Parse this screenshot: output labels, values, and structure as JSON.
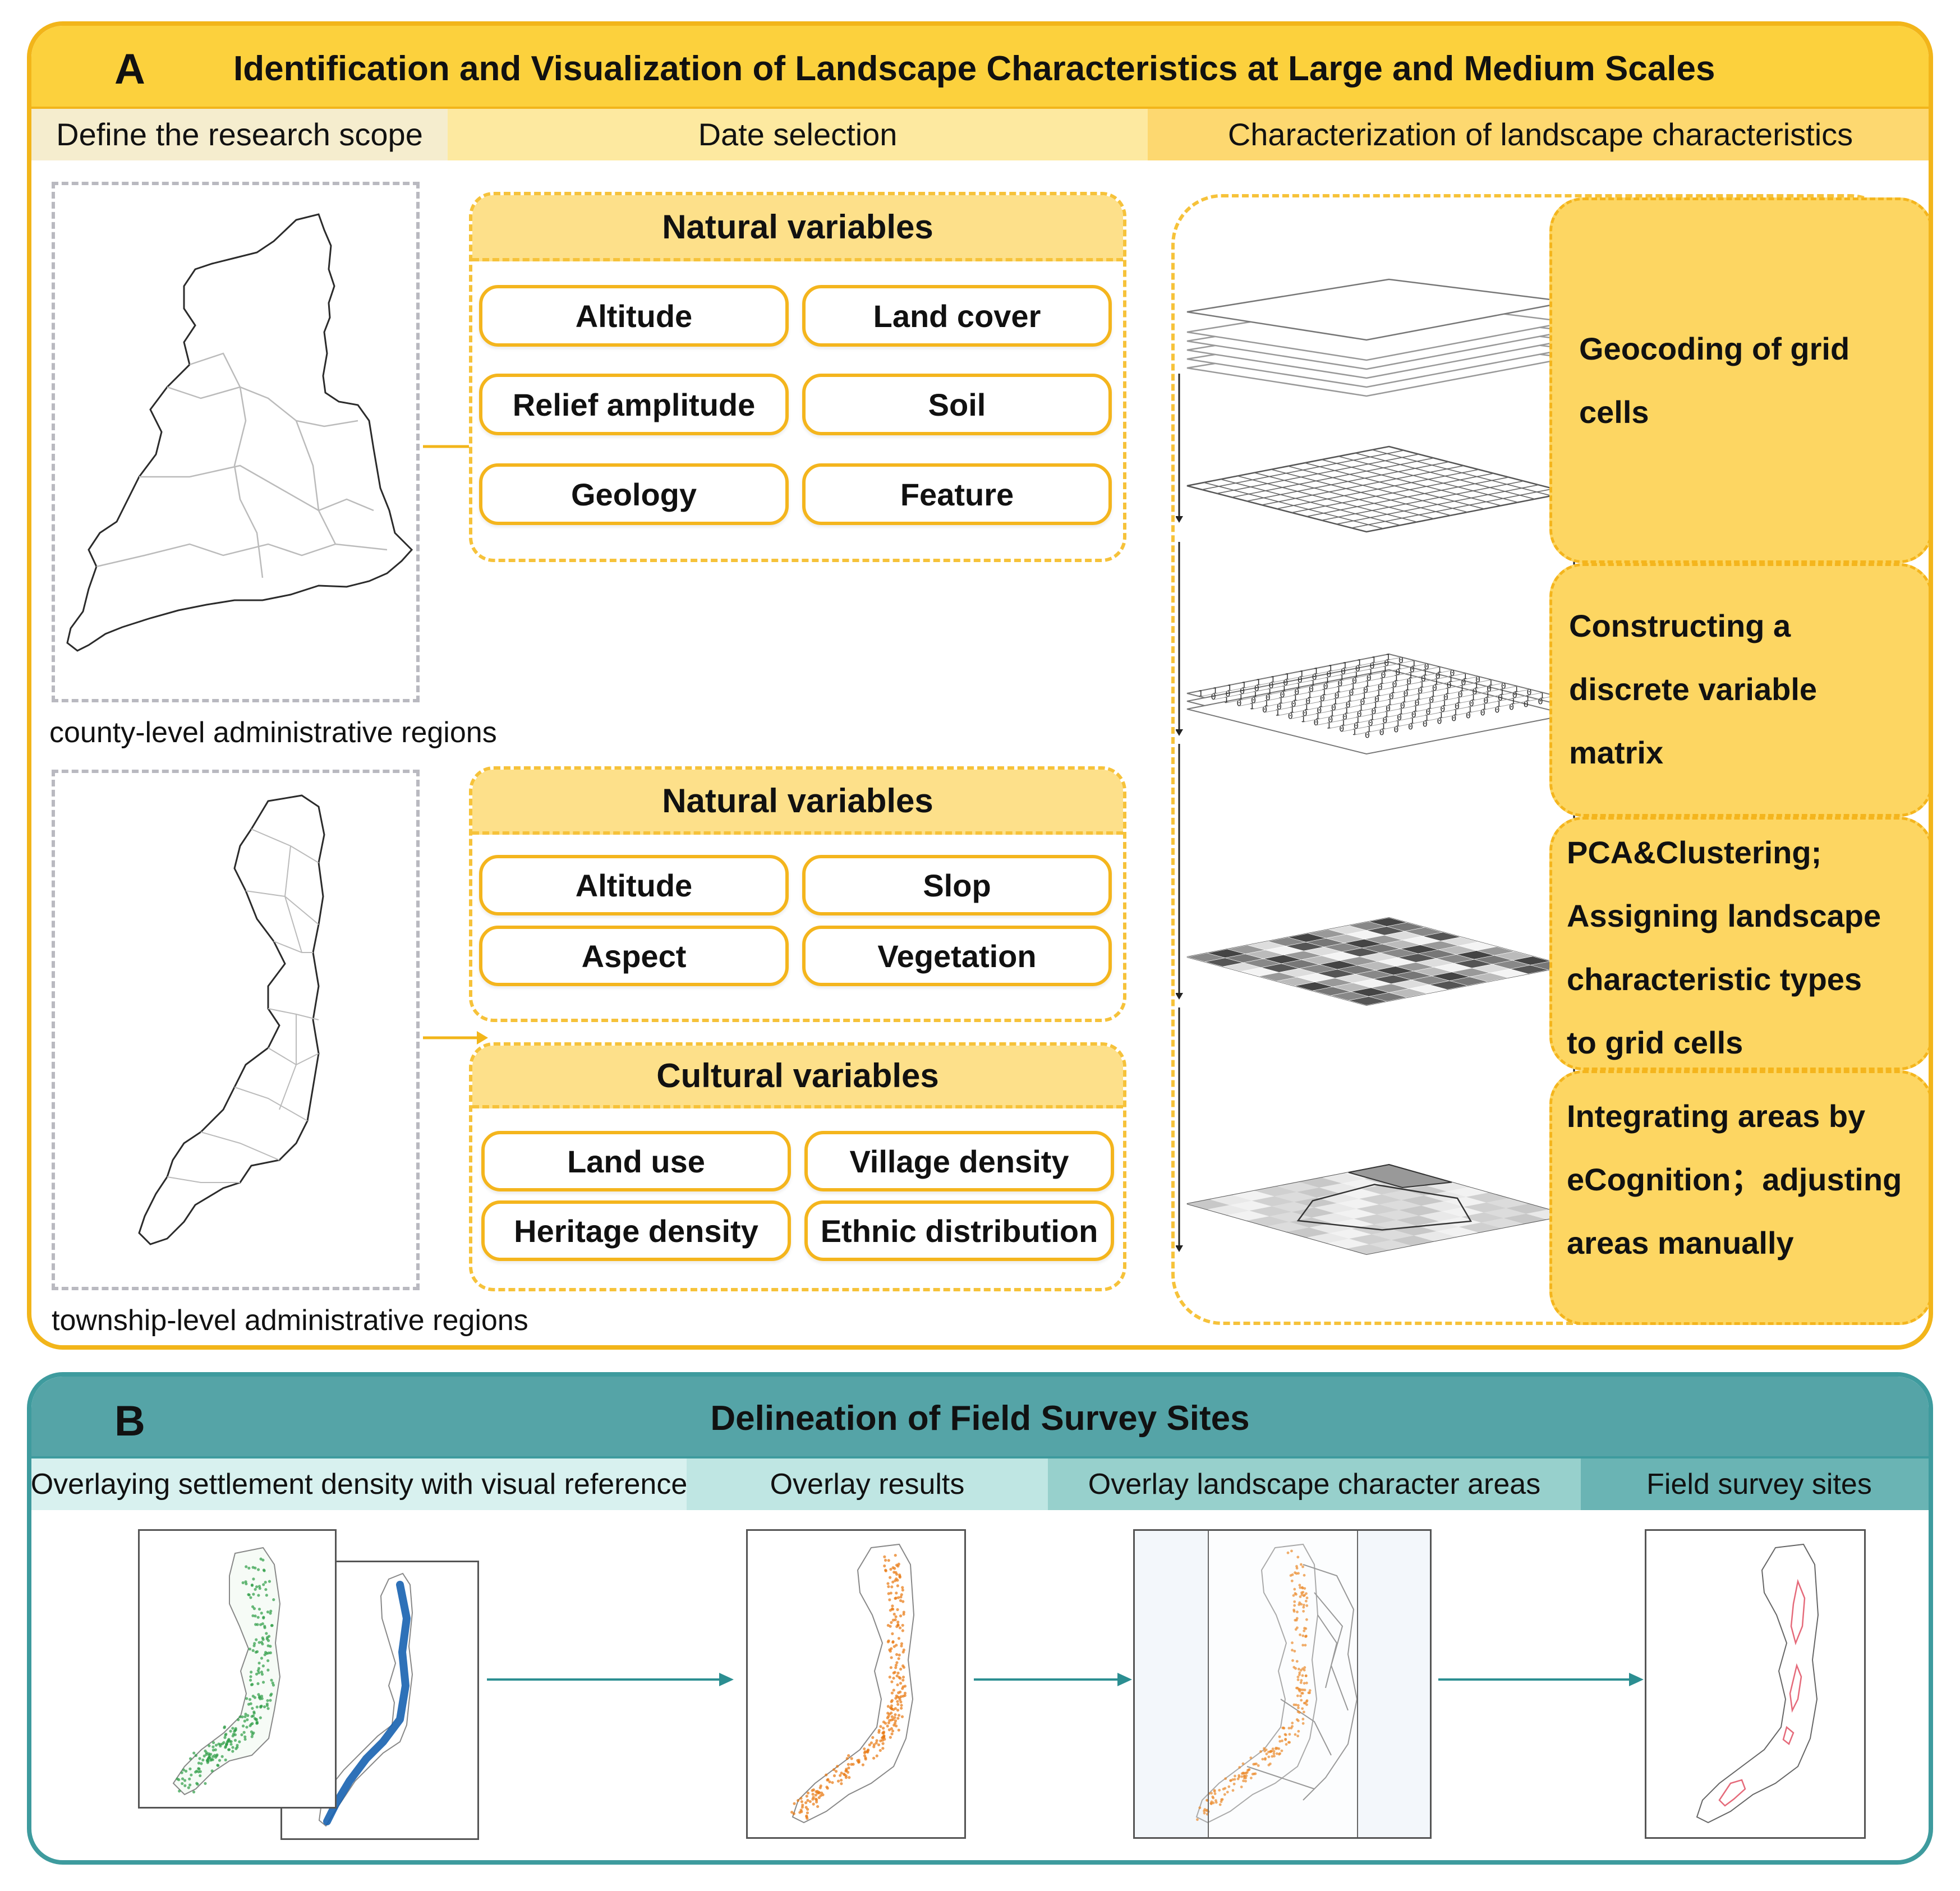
{
  "panel_a": {
    "letter": "A",
    "title": "Identification and Visualization of Landscape Characteristics at Large and Medium Scales",
    "headers": [
      "Define the research scope",
      "Date selection",
      "Characterization of landscape characteristics"
    ],
    "county_caption": "county-level administrative regions",
    "township_caption": "township-level administrative regions",
    "county_variables": {
      "title": "Natural variables",
      "items": [
        "Altitude",
        "Land cover",
        "Relief amplitude",
        "Soil",
        "Geology",
        "Feature"
      ]
    },
    "township_natural": {
      "title": "Natural variables",
      "items": [
        "Altitude",
        "Slop",
        "Aspect",
        "Vegetation"
      ]
    },
    "township_cultural": {
      "title": "Cultural variables",
      "items": [
        "Land use",
        "Village density",
        "Heritage density",
        "Ethnic distribution"
      ]
    },
    "steps": [
      "Geocoding of grid\ncells",
      "Constructing a\ndiscrete variable\nmatrix",
      "PCA&Clustering;\nAssigning landscape\ncharacteristic types\nto grid cells",
      "Integrating areas by\neCognition；adjusting\nareas manually"
    ],
    "colors": {
      "accent": "#f2b51a",
      "title_fill": "#fcd13d",
      "step_fill": "#fdd662"
    }
  },
  "panel_b": {
    "letter": "B",
    "title": "Delineation of Field Survey Sites",
    "headers": [
      "Overlaying settlement density with visual reference",
      "Overlay results",
      "Overlay landscape character areas",
      "Field survey sites"
    ],
    "colors": {
      "accent": "#3e9b9e",
      "title_fill": "#55a4a7"
    }
  }
}
